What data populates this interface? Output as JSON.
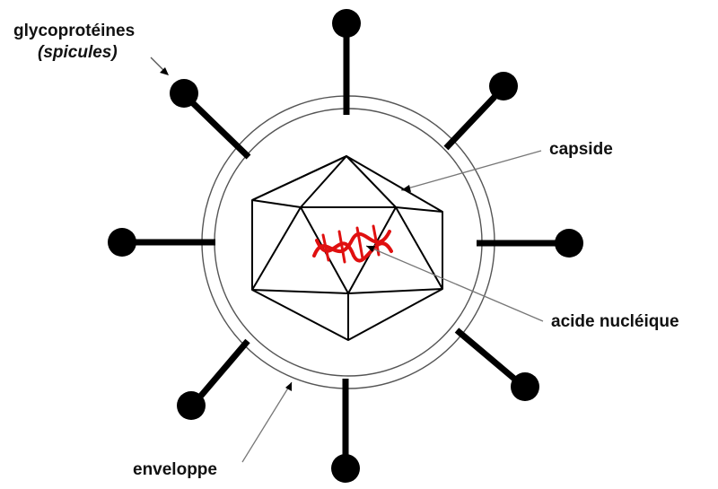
{
  "labels": {
    "glycoproteines": "glycoprotéines",
    "spicules": "(spicules)",
    "capside": "capside",
    "acide_nucleique": "acide nucléique",
    "enveloppe": "enveloppe"
  },
  "colors": {
    "ink": "#000000",
    "envelope_stroke": "#555555",
    "pointer_stroke": "#777777",
    "nucleic_acid": "#e01010"
  },
  "icons": {
    "spike": "glycoprotein-spike-icon",
    "nucleic_acid": "helix-icon"
  }
}
